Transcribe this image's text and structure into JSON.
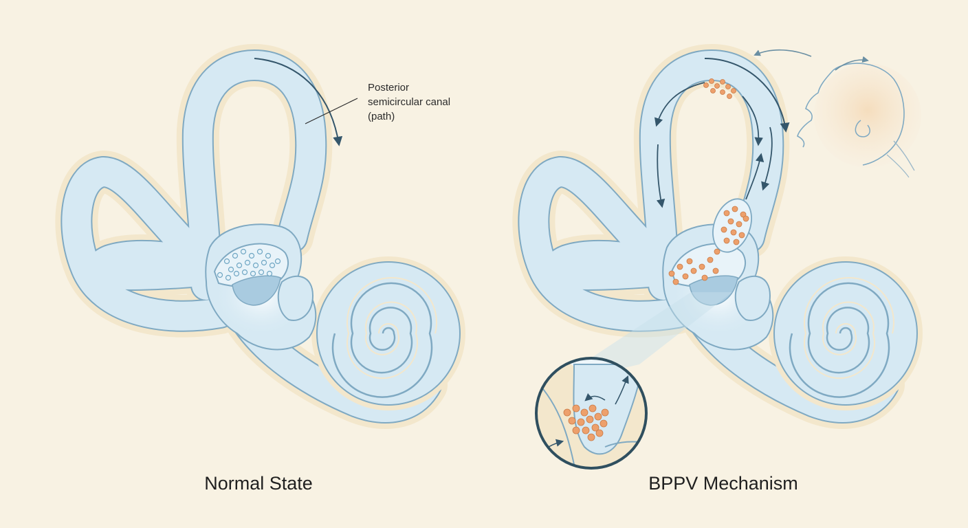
{
  "annotation": {
    "line1": "Posterior",
    "line2": "semicircular canal",
    "line3": "(path)"
  },
  "captions": {
    "left": "Normal State",
    "right": "BPPV Mechanism"
  },
  "colors": {
    "background": "#f8f2e3",
    "membrane_fill": "#d6e9f3",
    "outline": "#7fa9c2",
    "bone_wall": "#f3e7cc",
    "arrow": "#34566b",
    "crystal_normal": "#d9ecf5",
    "crystal_displaced": "#eda06c",
    "inset_border": "#2f4f5f"
  },
  "icons": [
    "head-silhouette-icon",
    "magnifier-inset-icon",
    "motion-arrow-icon"
  ]
}
